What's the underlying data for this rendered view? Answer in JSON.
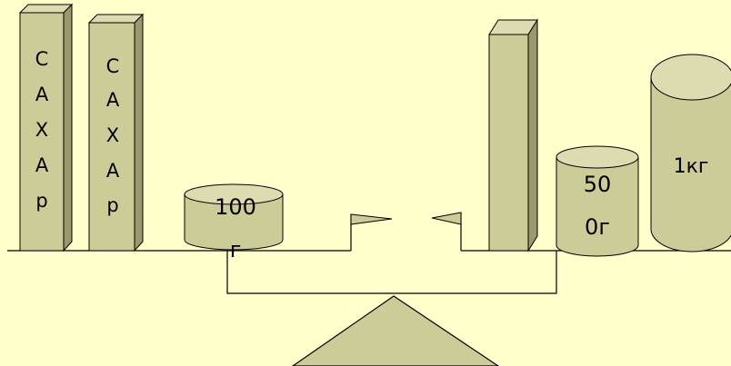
{
  "colors": {
    "background": "#ffffcc",
    "object_fill": "#cccc99",
    "object_side": "#99996b",
    "object_top": "#dcdcb0",
    "outline": "#000000"
  },
  "left_pan": {
    "sugar_box_1": {
      "label_chars": [
        "С",
        "А",
        "Х",
        "А",
        "р"
      ]
    },
    "sugar_box_2": {
      "label_chars": [
        "С",
        "А",
        "Х",
        "А",
        "р"
      ]
    },
    "weight_100g": {
      "label_line1": "100",
      "label_line2": "г"
    }
  },
  "right_pan": {
    "unlabeled_box": {},
    "weight_500g": {
      "label_line1": "50",
      "label_line2": "0г"
    },
    "weight_1kg": {
      "label": "1кг"
    }
  },
  "scale": {
    "pointer_left": "flag",
    "pointer_right": "flag",
    "fulcrum": "triangle"
  }
}
